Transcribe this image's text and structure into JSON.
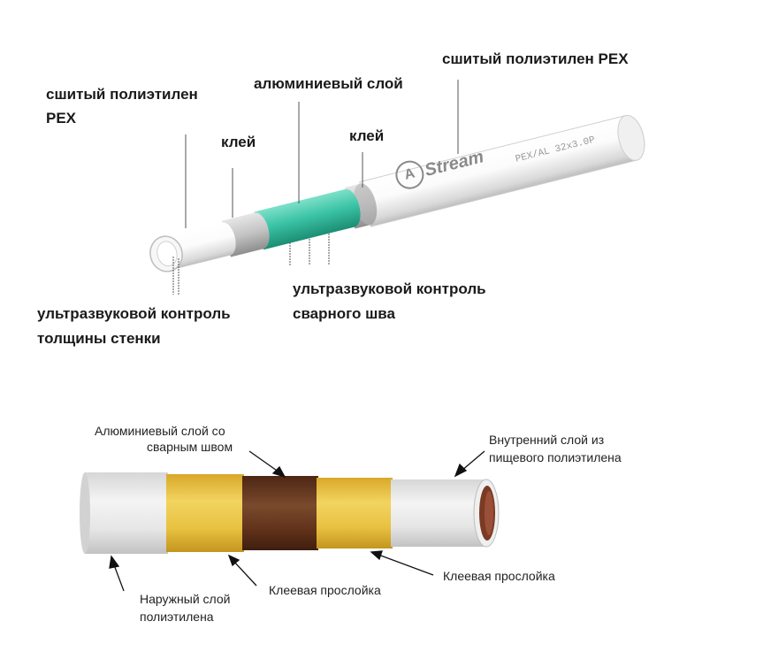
{
  "top_diagram": {
    "labels": {
      "pex_outer": "сшитый полиэтилен  PEX",
      "pex_inner_line1": "сшитый полиэтилен",
      "pex_inner_line2": "PEX",
      "aluminum": "алюминиевый слой",
      "glue_left": "клей",
      "glue_right": "клей",
      "ultrasonic_weld_line1": "ультразвуковой контроль",
      "ultrasonic_weld_line2": "сварного шва",
      "ultrasonic_wall_line1": "ультразвуковой контроль",
      "ultrasonic_wall_line2": "толщины стенки"
    },
    "pipe_print": {
      "brand": "Stream",
      "marking": "PEX/AL  32x3.0P"
    },
    "colors": {
      "pex": "#f2f2f2",
      "glue": "#b8b8b8",
      "aluminum": "#3cc4a6"
    }
  },
  "bottom_diagram": {
    "labels": {
      "aluminum_weld_line1": "Алюминиевый слой со",
      "aluminum_weld_line2": "сварным швом",
      "inner_layer_line1": "Внутренний слой из",
      "inner_layer_line2": "пищевого полиэтилена",
      "outer_layer_line1": "Наружный слой",
      "outer_layer_line2": "полиэтилена",
      "glue_left": "Клеевая прослойка",
      "glue_right": "Клеевая прослойка"
    },
    "colors": {
      "polyethylene": "#e8e8e8",
      "glue": "#e7bf3a",
      "aluminum": "#6b3a22"
    }
  }
}
